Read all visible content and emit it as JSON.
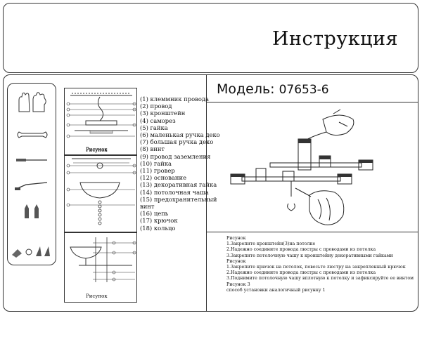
{
  "title": "Инструкция",
  "model": {
    "label": "Модель:",
    "number": "07653-6"
  },
  "figure_label": "Рисунок",
  "parts": [
    "(1) клеммник провода",
    "(2) провод",
    "(3) кронштейн",
    "(4) саморез",
    "(5) гайка",
    "(6) маленькая ручка деко",
    "(7) большая ручка деко",
    "(8) винт",
    "(9) провод заземления",
    "(10) гайка",
    "(11) гровер",
    "(12) основание",
    "(13) декоративная гайка",
    "(14) потолочная чаша",
    "(15) предохранительный",
    "винт",
    "(16) цепь",
    "(17) крючок",
    "(18) кольцо"
  ],
  "instructions": [
    "Рисунок",
    "1.Закрепите кронштейн(3)на потолке",
    "2.Надежно соедините провода люстры с проводами из потолка",
    "3.Закрепите потолочную чашу к кронштейну декоративными гайками",
    "Рисунок",
    "1.Закрепите крючок на потолок, повесьте люстру на закрепленный крючок",
    "2.Надежно соедините провода люстры с проводами из потолка",
    "3.Поднимите потолочную чашу вплотную к потолку и зафиксируйте ее винтом",
    "Рисунок 3",
    "способ установки аналогичный рисунку 1"
  ],
  "tools": [
    "gloves-icon",
    "wrench-icon",
    "screwdriver-icon",
    "drill-icon",
    "anchor-icon",
    "screws-icon"
  ]
}
